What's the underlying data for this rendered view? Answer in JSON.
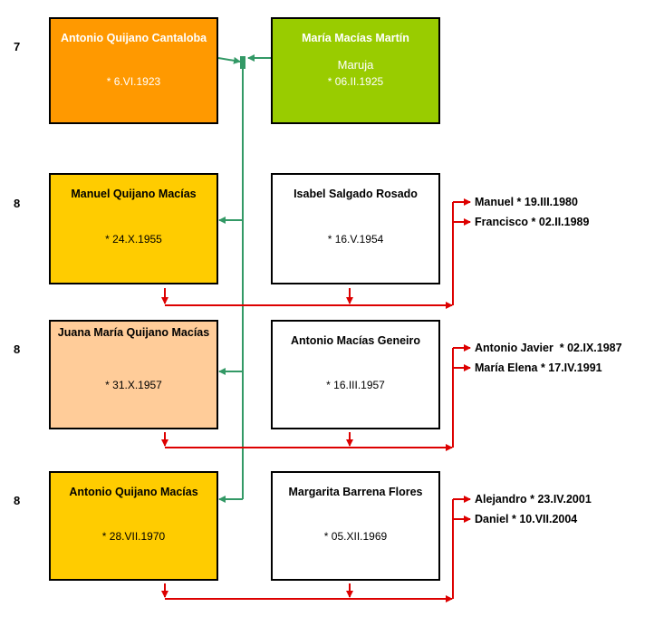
{
  "generations": [
    "7",
    "8",
    "8",
    "8"
  ],
  "people": {
    "p1": {
      "name": "Antonio Quijano Cantaloba",
      "date": "* 6.VI.1923"
    },
    "p2": {
      "name": "María Macías Martín",
      "nickname": "Maruja",
      "date": "* 06.II.1925"
    },
    "c1": {
      "name": "Manuel Quijano Macías",
      "date": "* 24.X.1955"
    },
    "s1": {
      "name": "Isabel Salgado Rosado",
      "date": "* 16.V.1954"
    },
    "c2": {
      "name": "Juana María Quijano Macías",
      "date": "* 31.X.1957"
    },
    "s2": {
      "name": "Antonio Macías Geneiro",
      "date": "* 16.III.1957"
    },
    "c3": {
      "name": "Antonio Quijano Macías",
      "date": "* 28.VII.1970"
    },
    "s3": {
      "name": "Margarita Barrena Flores",
      "date": "* 05.XII.1969"
    }
  },
  "grandchildren": [
    [
      "Manuel * 19.III.1980",
      "Francisco * 02.II.1989"
    ],
    [
      "Antonio Javier  * 02.IX.1987",
      "María Elena * 17.IV.1991"
    ],
    [
      "Alejandro * 23.IV.2001",
      "Daniel * 10.VII.2004"
    ]
  ],
  "colors": {
    "parent_male": "#ff9900",
    "parent_female": "#99cc00",
    "child_son": "#ffcc00",
    "child_daughter": "#ffcc99",
    "spouse": "#ffffff",
    "descent_line": "#339966",
    "family_line": "#dd0000"
  }
}
